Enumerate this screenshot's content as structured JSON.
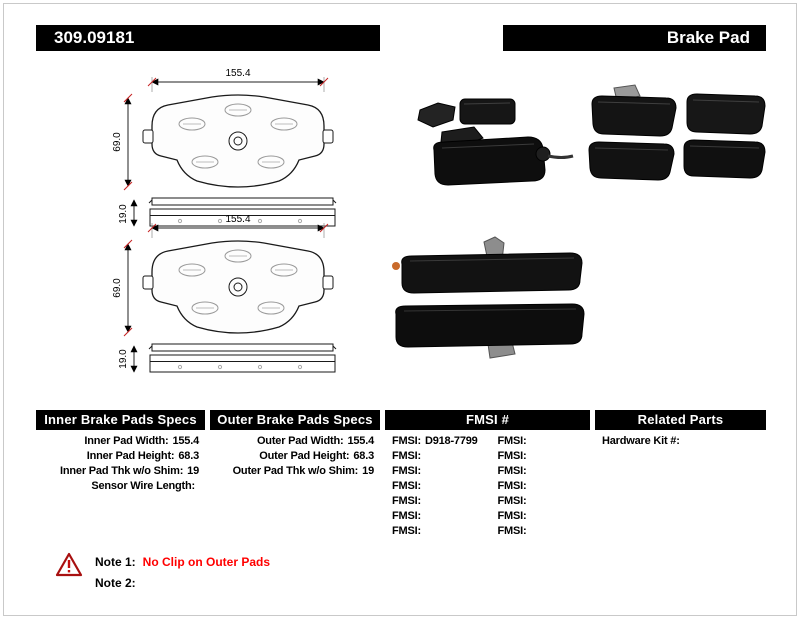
{
  "header": {
    "part_number": "309.09181",
    "product_type": "Brake Pad"
  },
  "diagram": {
    "width": "155.4",
    "height": "69.0",
    "thickness": "19.0"
  },
  "tables": {
    "inner": {
      "title": "Inner Brake Pads Specs",
      "rows": [
        {
          "label": "Inner Pad Width:",
          "value": "155.4"
        },
        {
          "label": "Inner Pad Height:",
          "value": "68.3"
        },
        {
          "label": "Inner Pad Thk w/o Shim:",
          "value": "19"
        },
        {
          "label": "Sensor Wire Length:",
          "value": ""
        }
      ]
    },
    "outer": {
      "title": "Outer Brake Pads Specs",
      "rows": [
        {
          "label": "Outer Pad Width:",
          "value": "155.4"
        },
        {
          "label": "Outer Pad Height:",
          "value": "68.3"
        },
        {
          "label": "Outer Pad Thk w/o Shim:",
          "value": "19"
        }
      ]
    },
    "fmsi": {
      "title": "FMSI #",
      "col1": [
        {
          "label": "FMSI:",
          "value": "D918-7799"
        },
        {
          "label": "FMSI:",
          "value": ""
        },
        {
          "label": "FMSI:",
          "value": ""
        },
        {
          "label": "FMSI:",
          "value": ""
        },
        {
          "label": "FMSI:",
          "value": ""
        },
        {
          "label": "FMSI:",
          "value": ""
        },
        {
          "label": "FMSI:",
          "value": ""
        }
      ],
      "col2": [
        {
          "label": "FMSI:",
          "value": ""
        },
        {
          "label": "FMSI:",
          "value": ""
        },
        {
          "label": "FMSI:",
          "value": ""
        },
        {
          "label": "FMSI:",
          "value": ""
        },
        {
          "label": "FMSI:",
          "value": ""
        },
        {
          "label": "FMSI:",
          "value": ""
        },
        {
          "label": "FMSI:",
          "value": ""
        }
      ]
    },
    "related": {
      "title": "Related Parts",
      "rows": [
        {
          "label": "Hardware Kit #:",
          "value": ""
        }
      ]
    }
  },
  "notes": {
    "note1_label": "Note 1:",
    "note1_text": "No Clip on Outer Pads",
    "note2_label": "Note 2:",
    "note2_text": "",
    "note_accent_color": "#ff0000"
  }
}
